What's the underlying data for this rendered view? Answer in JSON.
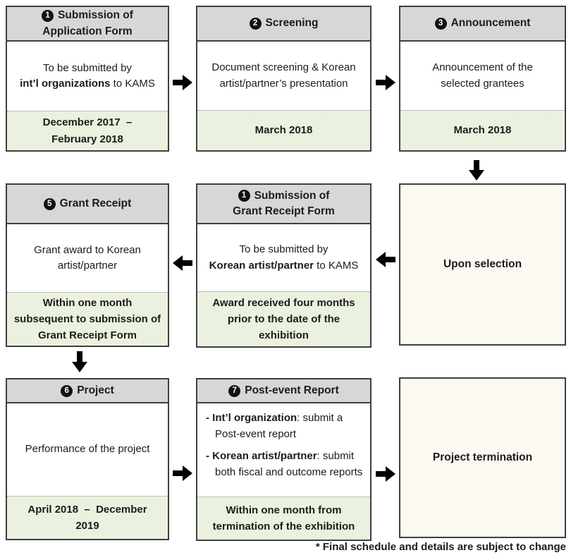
{
  "footnote": "* Final schedule and details are subject to change",
  "colors": {
    "header_bg": "#d7d7d7",
    "footer_bg": "#eaf1de",
    "plain_box_bg": "#fbf9f1",
    "border": "#3f3f3f",
    "arrow": "#000000",
    "number_badge_bg": "#121212"
  },
  "boxes": {
    "submission_application": {
      "num": "1",
      "title_lines": [
        "Submission of",
        "Application Form"
      ],
      "body": {
        "pre": "To be submitted by",
        "bold": "int’l organizations",
        "post": " to KAMS"
      },
      "footer_lines": [
        "December 2017  –",
        "February 2018"
      ]
    },
    "screening": {
      "num": "2",
      "title": "Screening",
      "body": "Document screening & Korean artist/partner’s presentation",
      "footer_lines": [
        "March 2018"
      ]
    },
    "announcement": {
      "num": "3",
      "title": "Announcement",
      "body": "Announcement of the selected grantees",
      "footer_lines": [
        "March 2018"
      ]
    },
    "upon_selection": {
      "label": "Upon selection"
    },
    "submission_grant_receipt": {
      "num": "1",
      "title_lines": [
        "Submission of",
        "Grant Receipt Form"
      ],
      "body": {
        "pre": "To be submitted by",
        "bold": "Korean artist/partner",
        "post": " to KAMS"
      },
      "footer_lines": [
        "Award received four months",
        "prior to the date of the",
        "exhibition"
      ]
    },
    "grant_receipt": {
      "num": "5",
      "title": "Grant Receipt",
      "body": "Grant award to Korean artist/partner",
      "footer_lines": [
        "Within one month",
        "subsequent to submission of",
        "Grant Receipt Form"
      ]
    },
    "project": {
      "num": "6",
      "title": "Project",
      "body": "Performance of the project",
      "footer_lines": [
        "April 2018  –  December",
        "2019"
      ]
    },
    "post_event_report": {
      "num": "7",
      "title": "Post-event Report",
      "bullets": [
        {
          "dash": "-",
          "bold": "Int’l organization",
          "rest": ": submit a Post-event report"
        },
        {
          "dash": "-",
          "bold": "Korean artist/partner",
          "rest": ": submit both fiscal and outcome reports"
        }
      ],
      "footer_lines": [
        "Within one month from",
        "termination of the exhibition"
      ]
    },
    "project_termination": {
      "label": "Project termination"
    }
  }
}
